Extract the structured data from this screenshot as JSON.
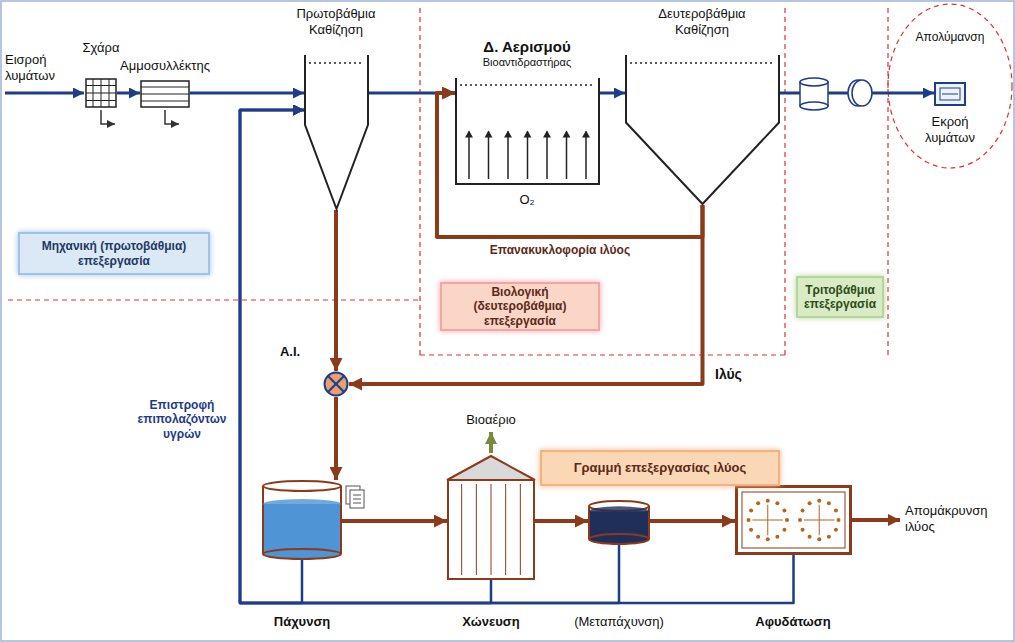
{
  "diagram": {
    "nodes": [
      {
        "text": [
          "Σχάρα"
        ]
      },
      {
        "text": [
          "Αμμοσυλλέκτης"
        ]
      },
      {
        "text": [
          "Πρωτοβάθμια Καθίζηση"
        ]
      },
      {
        "text": [
          "Δ. Αερισμού",
          "Βιοαντιδραστήρας"
        ]
      },
      {
        "text": [
          "Δευτεροβάθμια Καθίζηση"
        ]
      },
      {
        "text": [
          "Απολύμανση"
        ]
      },
      {
        "text": [
          "Μηχανική (πρωτοβάθμια) επεξεργασία"
        ]
      },
      {
        "text": [
          "Βιολογική (δευτεροβάθμια) επεξεργασία"
        ]
      },
      {
        "text": [
          "Τριτοβάθμια επεξεργασία"
        ]
      },
      {
        "text": [
          "Α.Ι."
        ]
      },
      {
        "text": [
          "Πάχυνση"
        ]
      },
      {
        "text": [
          "Χώνευση"
        ]
      },
      {
        "text": [
          "(Μεταπάχυνση)"
        ]
      },
      {
        "text": [
          "Αφυδάτωση"
        ]
      },
      {
        "text": [
          "Γραμμή επεξεργασίας ιλύος"
        ]
      }
    ],
    "edges": [
      {
        "from": 0,
        "to": 1,
        "arrow": "to"
      },
      {
        "from": 1,
        "to": 2,
        "arrow": "to"
      },
      {
        "from": 2,
        "to": 3,
        "arrow": "to"
      },
      {
        "from": 3,
        "to": 4,
        "arrow": "to"
      },
      {
        "from": 4,
        "to": 5,
        "arrow": "to"
      },
      {
        "from": 4,
        "to": 3,
        "label": "Επανακυκλοφορία ιλύος",
        "arrow": "to"
      },
      {
        "from": 2,
        "to": 9,
        "arrow": "to"
      },
      {
        "from": 4,
        "to": 9,
        "label": "Ιλύς",
        "arrow": "to"
      },
      {
        "from": 9,
        "to": 10,
        "arrow": "to"
      },
      {
        "from": 10,
        "to": 11,
        "arrow": "to"
      },
      {
        "from": 11,
        "to": 12,
        "arrow": "to"
      },
      {
        "from": 12,
        "to": 13,
        "arrow": "to"
      },
      {
        "from": 10,
        "to": 2,
        "arrow": "to"
      },
      {
        "from": 11,
        "to": 2,
        "arrow": "to"
      },
      {
        "from": 12,
        "to": 2,
        "arrow": "to"
      },
      {
        "from": 13,
        "to": 2,
        "arrow": "to"
      }
    ],
    "labels": [
      "Εισροή λυμάτων",
      "O₂",
      "Εκροή λυμάτων",
      "Βιοαέριο",
      "Επιστροφή επιπολαζόντων υγρών",
      "Απομάκρυνση ιλύος"
    ]
  }
}
